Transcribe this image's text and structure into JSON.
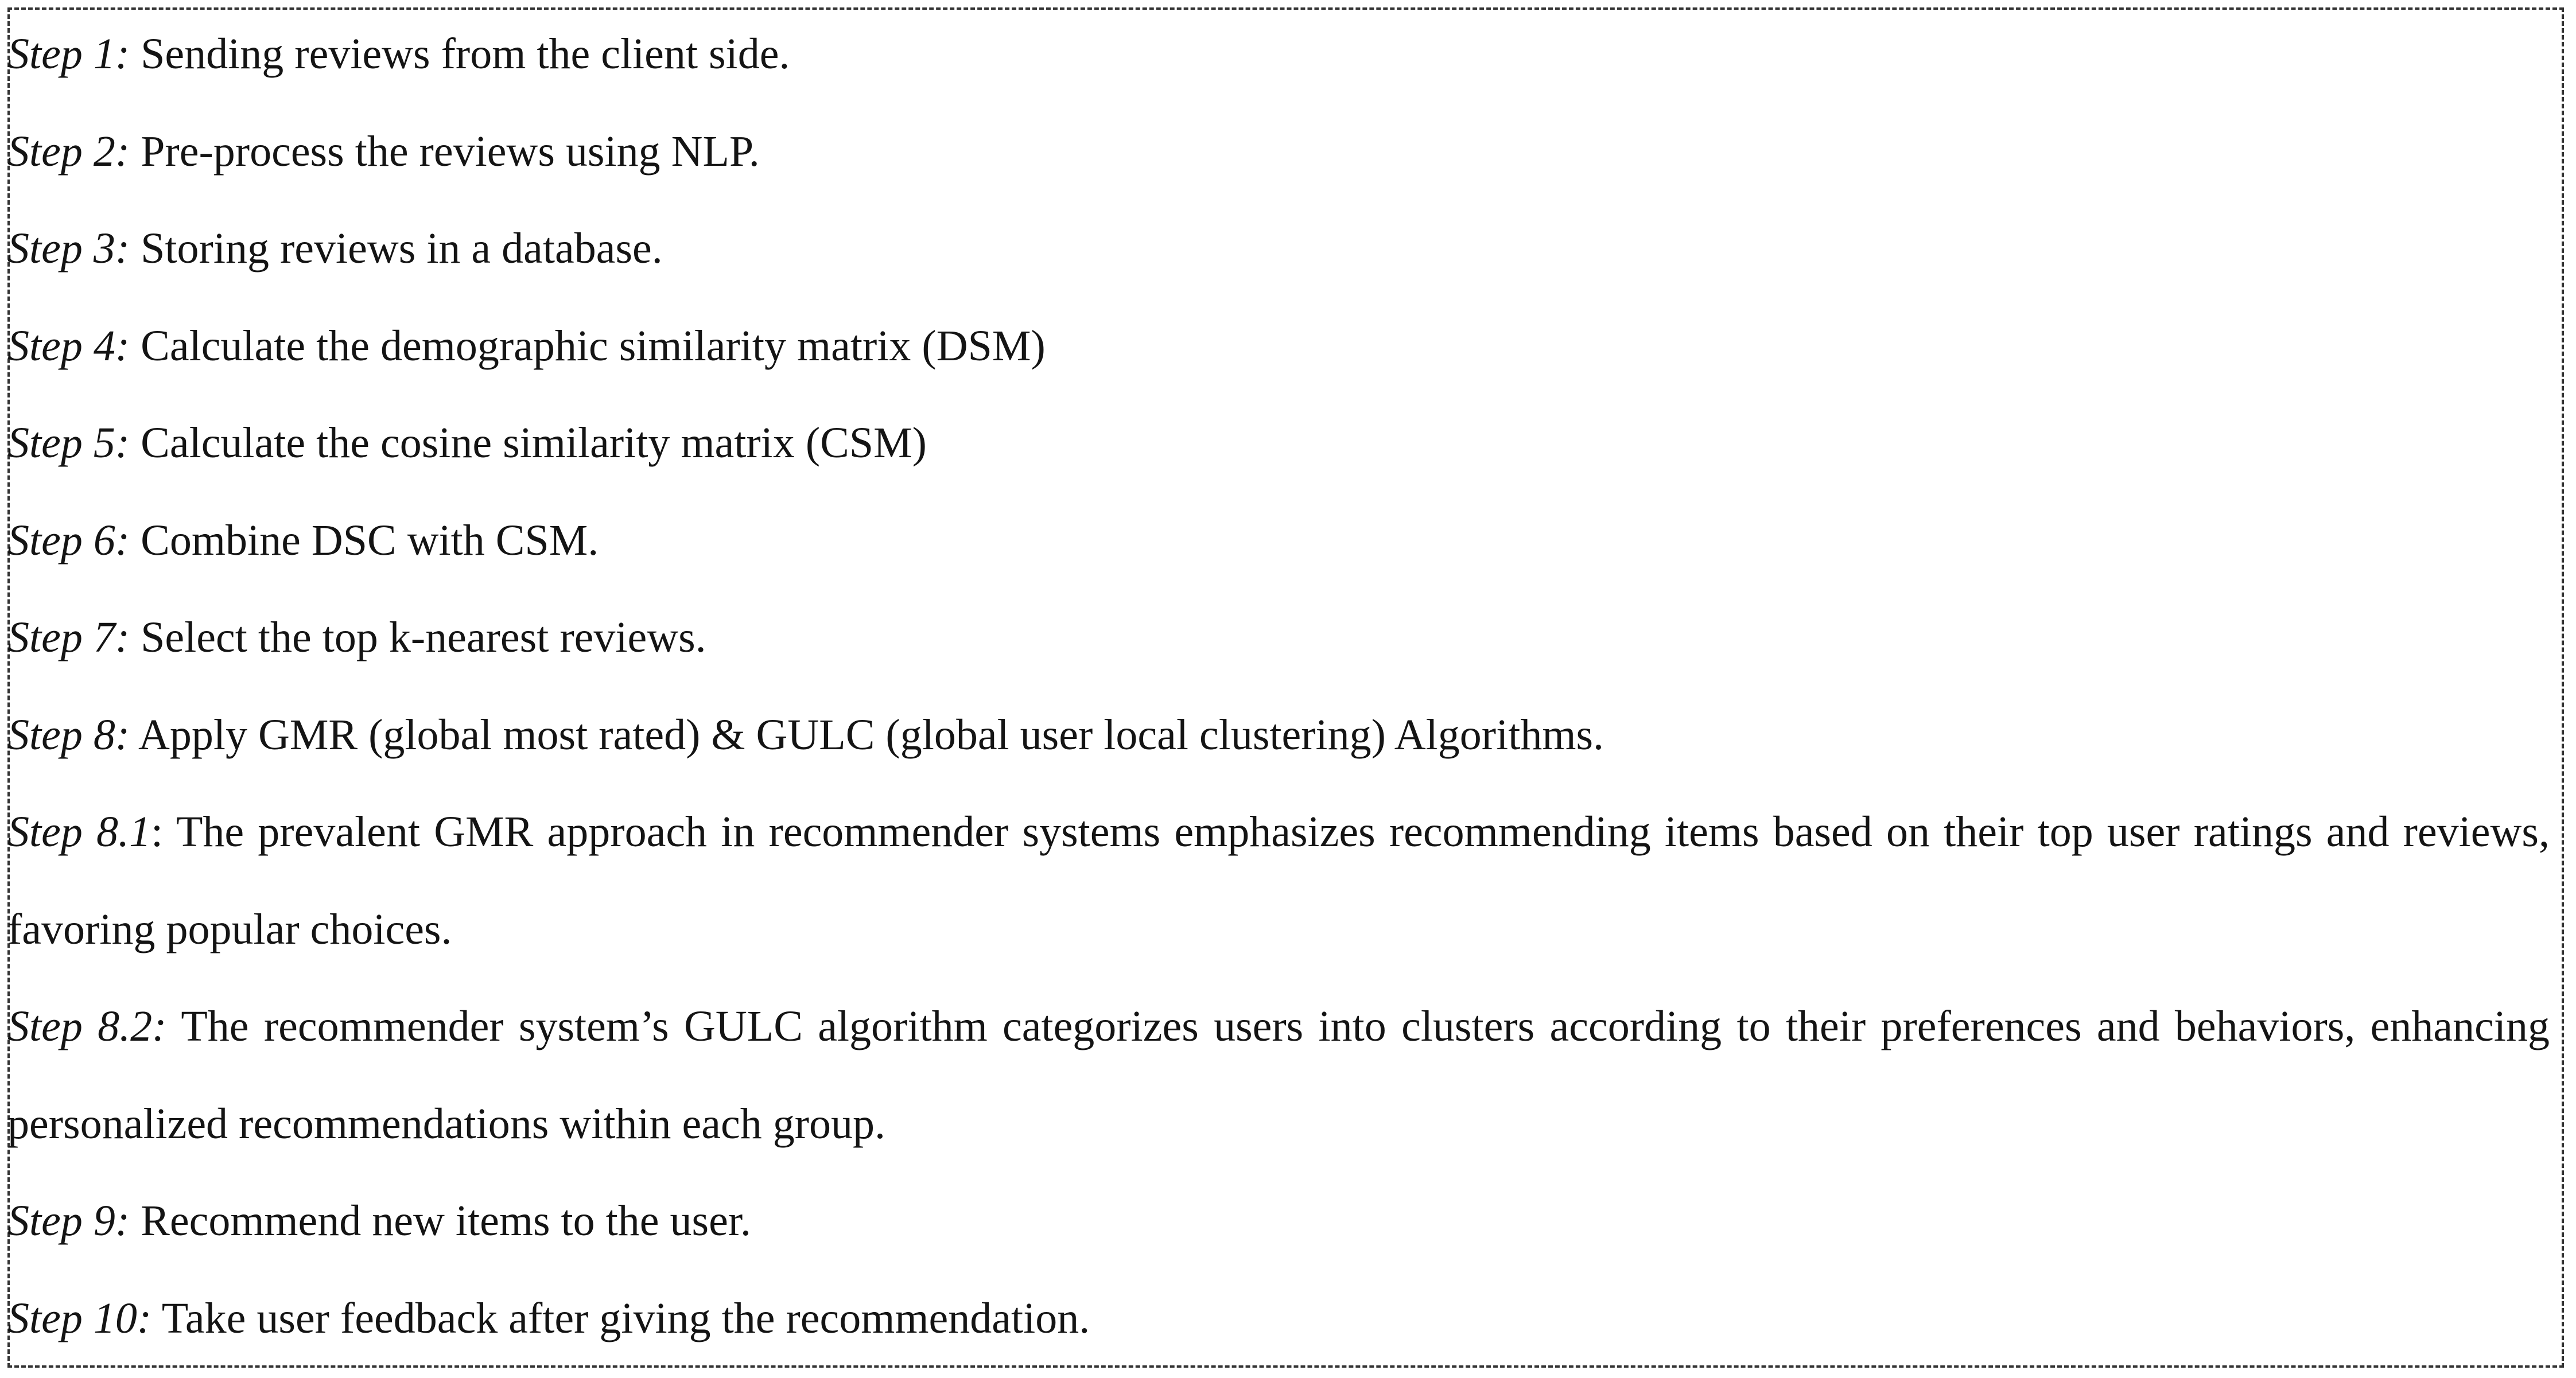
{
  "steps": [
    {
      "label": "Step 1:",
      "text": " Sending reviews from the client side."
    },
    {
      "label": "Step 2:",
      "text": " Pre-process the reviews using NLP."
    },
    {
      "label": "Step 3:",
      "text": " Storing reviews in a database."
    },
    {
      "label": "Step 4:",
      "text": " Calculate the demographic similarity matrix (DSM)"
    },
    {
      "label": "Step 5:",
      "text": " Calculate the cosine similarity matrix (CSM)"
    },
    {
      "label": "Step 6:",
      "text": " Combine DSC with CSM."
    },
    {
      "label": "Step 7:",
      "text": " Select the top k-nearest reviews."
    },
    {
      "label": "Step 8:",
      "text": " Apply GMR (global most rated) & GULC (global user local clustering) Algorithms."
    },
    {
      "label": "Step 8.1",
      "text": ": The prevalent GMR approach in recommender systems emphasizes recommending items based on their top user ratings and reviews, favoring popular choices."
    },
    {
      "label": "Step 8.2:",
      "text": " The recommender system’s GULC algorithm categorizes users into clusters according to their preferences and behaviors, enhancing personalized recommendations within each group."
    },
    {
      "label": "Step 9:",
      "text": " Recommend new items to the user."
    },
    {
      "label": "Step 10:",
      "text": " Take user feedback after giving the recommendation."
    }
  ]
}
